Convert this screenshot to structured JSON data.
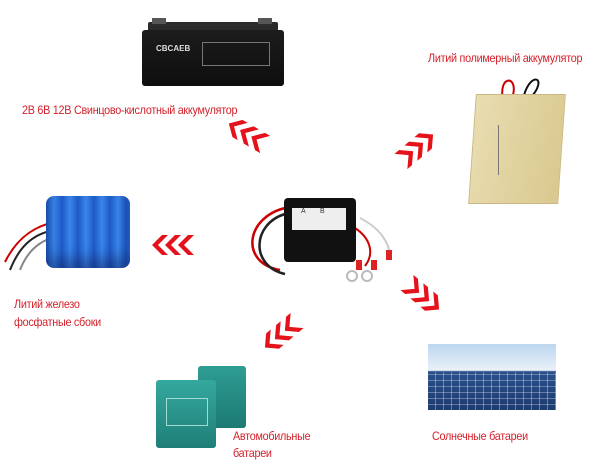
{
  "center_device": {
    "label_a": "A",
    "label_b": "B"
  },
  "items": {
    "lead_acid": {
      "label": "2В 6В 12В Свинцово-кислотный аккумулятор",
      "brand_mark": "CBCAEB"
    },
    "lipo": {
      "label": "Литий полимерный аккумулятор"
    },
    "lifepo": {
      "label_line1": "Литий железо",
      "label_line2": "фосфатные сбоки"
    },
    "car": {
      "label_line1": "Автомобильные",
      "label_line2": "батареи"
    },
    "solar": {
      "label": "Солнечные батареи"
    }
  },
  "colors": {
    "accent": "#d4202a",
    "arrow": "#e5121c"
  }
}
